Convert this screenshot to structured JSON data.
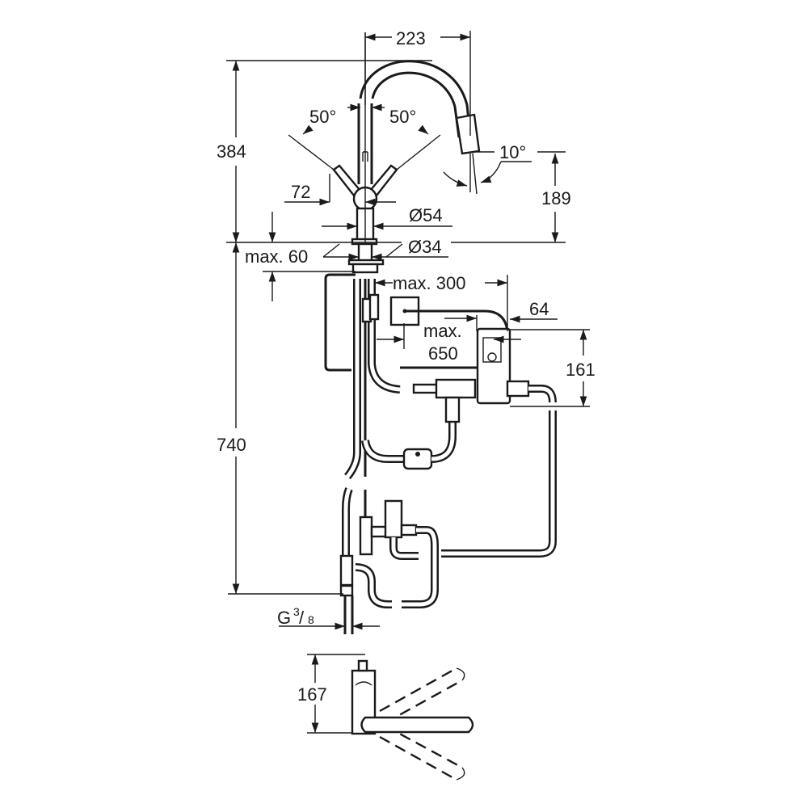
{
  "diagram": {
    "title": "Kitchen faucet dimensional drawing",
    "units": "mm",
    "colors": {
      "line": "#1a1a1a",
      "background": "#ffffff"
    },
    "dimensions": {
      "spout_reach": "223",
      "total_height": "384",
      "lever_angle_left": "50°",
      "lever_angle_right": "50°",
      "spray_tilt_angle": "10°",
      "lever_offset": "72",
      "spout_outlet_height": "189",
      "body_diameter": "Ø54",
      "shank_diameter": "Ø34",
      "max_deck_thickness": "max. 60",
      "max_box_distance": "max. 300",
      "box_offset": "64",
      "max_cable_length_line1": "max.",
      "max_cable_length_line2": "650",
      "control_box_height": "161",
      "below_deck_length": "740",
      "connection_thread_prefix": "G",
      "connection_thread_num": "3",
      "connection_thread_den": "8",
      "top_view_depth": "167"
    }
  }
}
